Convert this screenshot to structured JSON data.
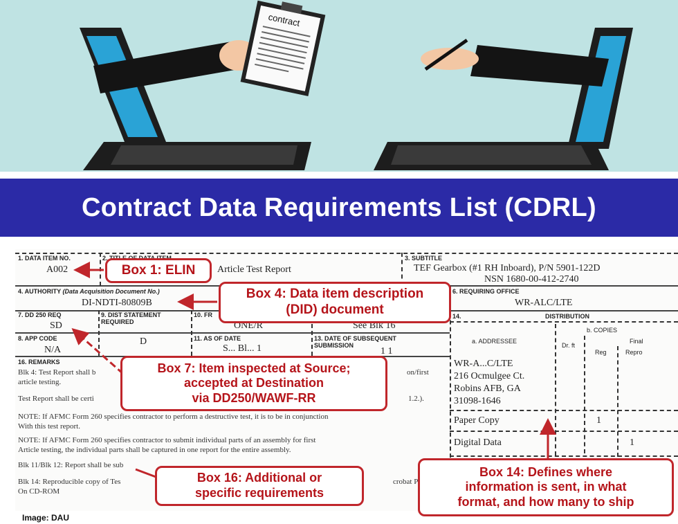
{
  "hero": {
    "clipboard_text": "contract"
  },
  "banner": {
    "title": "Contract Data Requirements List (CDRL)"
  },
  "form": {
    "b1_label": "1. DATA ITEM NO.",
    "b1_value": "A002",
    "b2_label": "2. TITLE OF DATA ITEM",
    "b2_value": "Article Test Report",
    "b3_label": "3. SUBTITLE",
    "b3_value_1": "TEF Gearbox (#1 RH Inboard), P/N 5901-122D",
    "b3_value_2": "NSN 1680-00-412-2740",
    "b4_label_prefix": "4. AUTHORITY",
    "b4_label_italic": "(Data Acquisition Document No.)",
    "b4_value": "DI-NDTI-80809B",
    "b6_label": "6. REQUIRING OFFICE",
    "b6_value": "WR-ALC/LTE",
    "b7_label": "7. DD 250 REQ",
    "b7_value": "SD",
    "b9_label_1": "9. DIST STATEMENT",
    "b9_label_2": "REQUIRED",
    "b9_value": "D",
    "b10_label": "10. FR",
    "b10_value": "ONE/R",
    "b12_value": "See Blk 16",
    "b8_label": "8. APP CODE",
    "b8_value": "N/A",
    "b11_label": "11. AS OF DATE",
    "b11_value": "S... Bl... 1",
    "b13_label_1": "13. DATE OF SUBSEQUENT",
    "b13_label_2": "SUBMISSION",
    "b13_value": "1 1",
    "b14_label": "14.",
    "dist_label": "DISTRIBUTION",
    "copies_label": "b. COPIES",
    "addressee_label": "a. ADDRESSEE",
    "draft_label": "Dr. ft",
    "final_label": "Final",
    "reg_label": "Reg",
    "repro_label": "Repro",
    "addr_1": "WR-A...C/LTE",
    "addr_2": "216 Ocmulgee Ct.",
    "addr_3": "Robins AFB, GA",
    "addr_4": "31098-1646",
    "paper_copy": "Paper Copy",
    "paper_reg": "1",
    "digital_data": "Digital Data",
    "digital_repro": "1",
    "b16_label": "16. REMARKS",
    "r1": "Blk 4: Test Report shall b",
    "r1b": "on/first",
    "r2": "article testing.",
    "r3": "Test Report shall be certi",
    "r3b": "1.2.).",
    "r4": "NOTE: If AFMC Form 260 specifies contractor to perform a destructive test, it is to be in conjunction",
    "r5": "With this test report.",
    "r6": "NOTE: If AFMC Form 260 specifies contractor to submit individual parts of an assembly for first",
    "r7": "Article testing, the individual parts shall be captured in one report for the entire assembly.",
    "r8": "Blk 11/Blk 12: Report shall be sub",
    "r9": "Blk 14: Reproducible copy of Tes",
    "r9b": "crobat PDF fi",
    "r10": "On CD-ROM"
  },
  "callouts": {
    "box1": "Box 1: ELIN",
    "box4_1": "Box 4: Data item description",
    "box4_2": "(DID) document",
    "box7_1": "Box 7: Item inspected at Source;",
    "box7_2": "accepted at Destination",
    "box7_3": "via DD250/WAWF-RR",
    "box16_1": "Box 16: Additional or",
    "box16_2": "specific requirements",
    "box14_1": "Box 14: Defines where",
    "box14_2": "information is sent, in what",
    "box14_3": "format, and how many to ship"
  },
  "caption": "Image:  DAU",
  "colors": {
    "banner": "#2b2aa6",
    "callout_red": "#c0262b",
    "hero_bg": "#bfe3e3"
  }
}
